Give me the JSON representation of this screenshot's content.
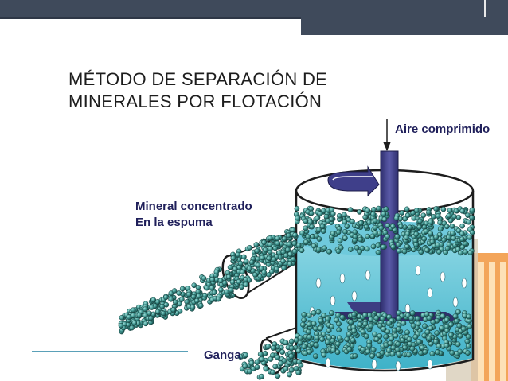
{
  "slide": {
    "title_line1": "MÉTODO DE SEPARACIÓN DE",
    "title_line2": "MINERALES POR FLOTACIÓN"
  },
  "labels": {
    "air": "Aire comprimido",
    "concentrate_line1": "Mineral concentrado",
    "concentrate_line2": "En la espuma",
    "gangue": "Ganga"
  },
  "colors": {
    "header_bar": "#3f4a5b",
    "liquid": "#57c3d8",
    "shaft": "#3f3f8a",
    "particle": "#3a8f8a",
    "label_text": "#1f1f5a"
  }
}
